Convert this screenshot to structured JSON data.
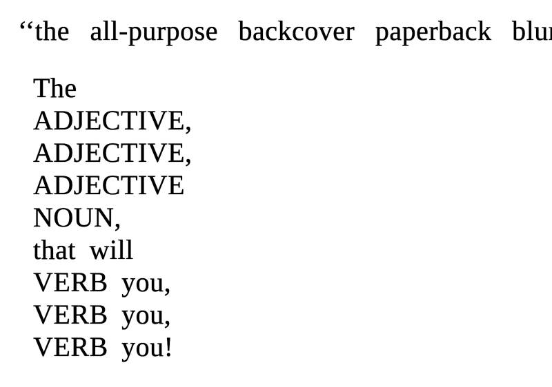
{
  "page": {
    "background_color": "#ffffff",
    "text_color": "#000000"
  },
  "heading": {
    "text": "‘‘the all-purpose backcover paperback blurb,’’"
  },
  "blurb": {
    "lines": [
      "The",
      "ADJECTIVE,",
      "ADJECTIVE,",
      "ADJECTIVE",
      "NOUN,",
      "that will",
      "VERB you,",
      "VERB you,",
      "VERB you!"
    ]
  }
}
